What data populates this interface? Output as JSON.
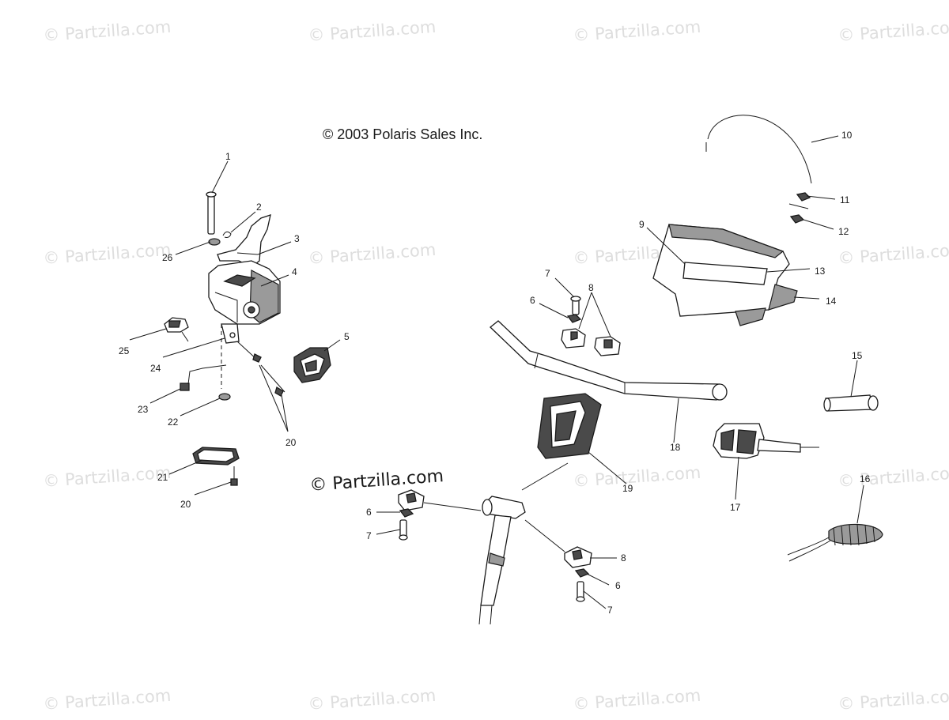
{
  "copyright": "© 2003 Polaris Sales Inc.",
  "watermark": "© Partzilla.com",
  "center_watermark": "© Partzilla.com",
  "callouts": {
    "c1": "1",
    "c2": "2",
    "c3": "3",
    "c4": "4",
    "c5": "5",
    "c6a": "6",
    "c6b": "6",
    "c6c": "6",
    "c7a": "7",
    "c7b": "7",
    "c7c": "7",
    "c8a": "8",
    "c8b": "8",
    "c9": "9",
    "c10": "10",
    "c11": "11",
    "c12": "12",
    "c13": "13",
    "c14": "14",
    "c15": "15",
    "c16": "16",
    "c17": "17",
    "c18": "18",
    "c19": "19",
    "c20a": "20",
    "c20b": "20",
    "c21": "21",
    "c22": "22",
    "c23": "23",
    "c24": "24",
    "c25": "25",
    "c26": "26"
  },
  "colors": {
    "ink": "#1a1a1a",
    "watermark": "#dedede",
    "background": "#ffffff"
  }
}
